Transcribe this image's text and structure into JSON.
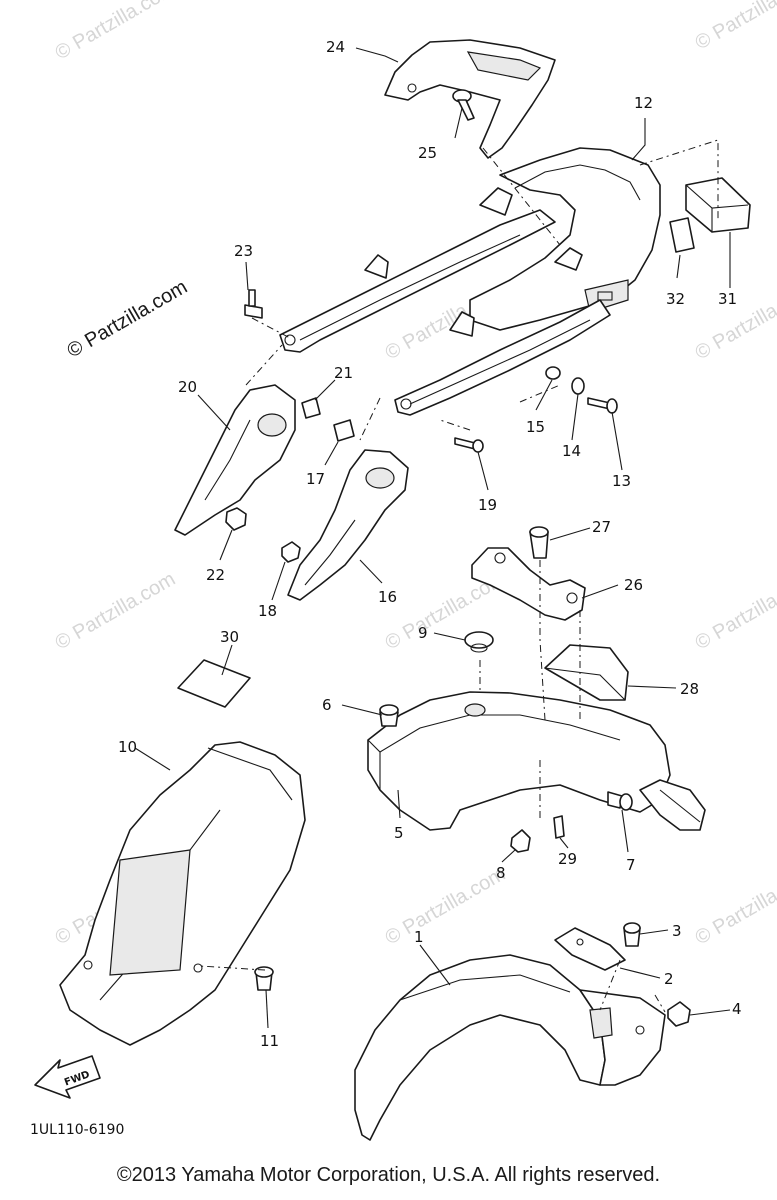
{
  "watermark_main": "© Partzilla.com",
  "watermark_repeat": "© Partzilla.com",
  "diagram_code": "1UL110-6190",
  "fwd_label": "FWD",
  "copyright": "©2013 Yamaha Motor Corporation, U.S.A. All rights reserved.",
  "callouts": [
    "1",
    "2",
    "3",
    "4",
    "5",
    "6",
    "7",
    "8",
    "9",
    "10",
    "11",
    "12",
    "13",
    "14",
    "15",
    "16",
    "17",
    "18",
    "19",
    "20",
    "21",
    "22",
    "23",
    "24",
    "25",
    "26",
    "27",
    "28",
    "29",
    "30",
    "31",
    "32"
  ]
}
